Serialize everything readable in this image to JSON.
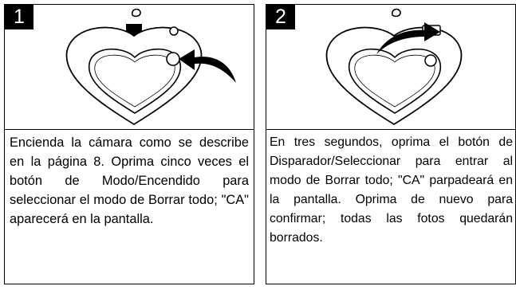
{
  "steps": [
    {
      "number": "1",
      "illustration_icon": "camera-heart-power-button-arrow-icon",
      "text": "Encienda la cámara como se describe en la página 8. Oprima cinco veces el botón de Modo/Encendido para seleccionar el modo de Borrar todo; \"CA\" aparecerá en la pantalla."
    },
    {
      "number": "2",
      "illustration_icon": "camera-heart-shutter-button-arrow-icon",
      "text": "En tres segundos, oprima el botón de Disparador/Seleccionar para entrar al modo de Borrar todo; \"CA\" parpadeará en la pantalla. Oprima de nuevo para confirmar; todas las fotos quedarán borrados."
    }
  ]
}
